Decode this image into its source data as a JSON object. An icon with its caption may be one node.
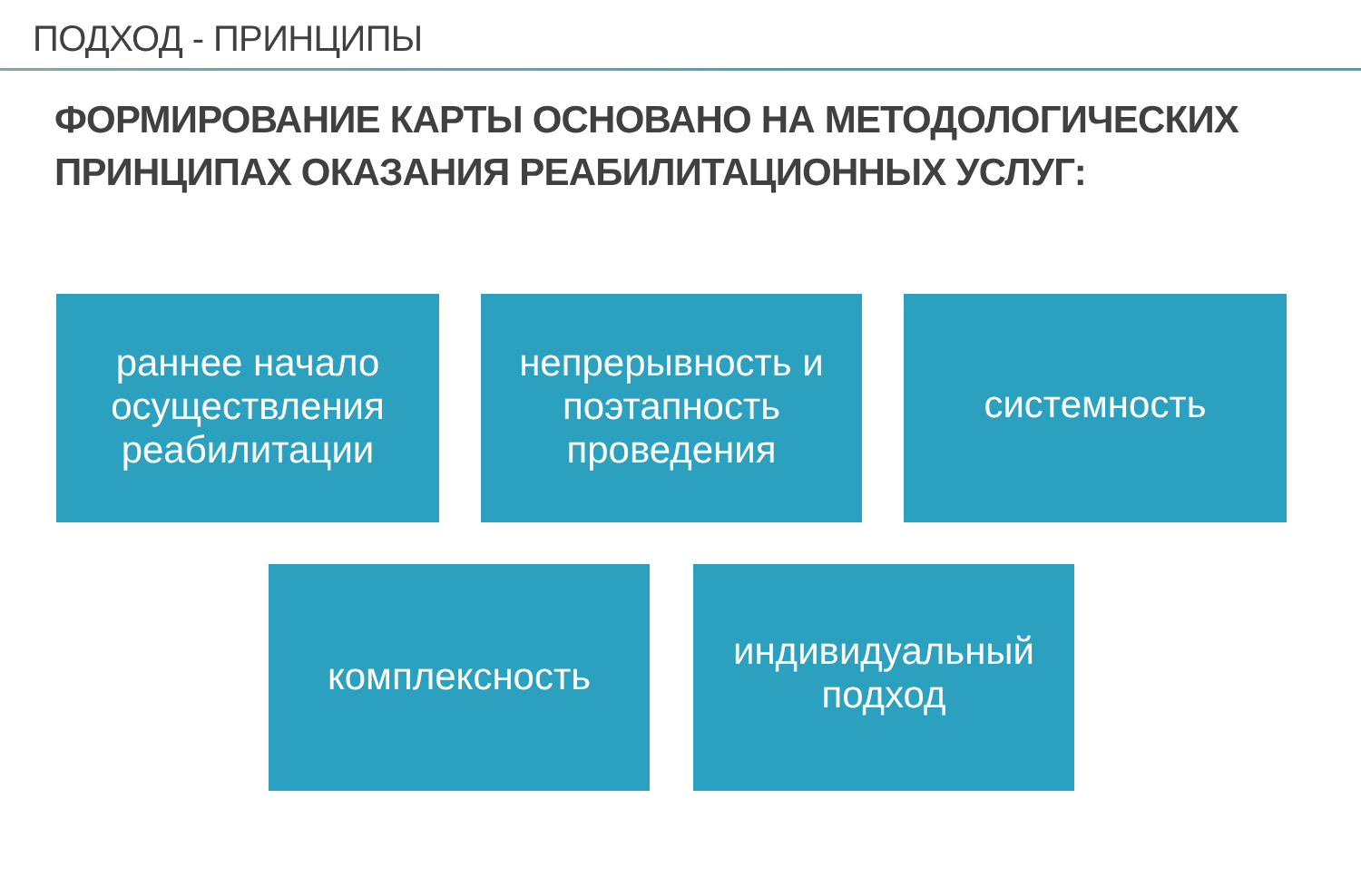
{
  "diagram": {
    "title": "ПОДХОД - ПРИНЦИПЫ",
    "nodes": [
      {
        "text": [
          "раннее начало осуществления реабилитации"
        ]
      },
      {
        "text": [
          "непрерывность и поэтапность проведения"
        ]
      },
      {
        "text": [
          "системность"
        ]
      },
      {
        "text": [
          "комплексность"
        ]
      },
      {
        "text": [
          "индивидуальный подход"
        ]
      }
    ],
    "edges": [],
    "labels": [
      "ФОРМИРОВАНИЕ КАРТЫ ОСНОВАНО НА МЕТОДОЛОГИЧЕСКИХ ПРИНЦИПАХ ОКАЗАНИЯ РЕАБИЛИТАЦИОННЫХ УСЛУГ:"
    ]
  }
}
